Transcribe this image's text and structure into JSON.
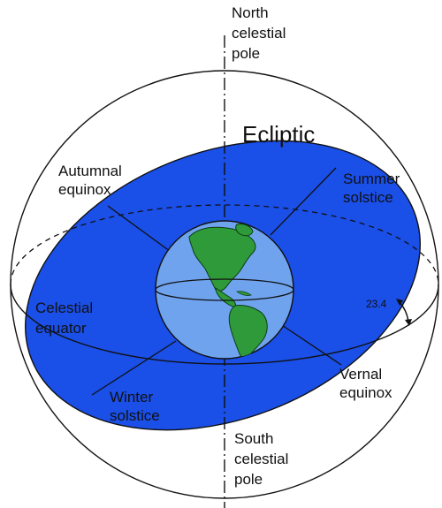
{
  "colors": {
    "ecliptic_fill": "#1a4fe8",
    "earth_ocean": "#6fa3ee",
    "land": "#2f9a3a",
    "stroke": "#111111"
  },
  "labels": {
    "north_pole": [
      "North",
      "celestial",
      "pole"
    ],
    "south_pole": [
      "South",
      "celestial",
      "pole"
    ],
    "ecliptic": "Ecliptic",
    "autumnal_equinox": [
      "Autumnal",
      "equinox"
    ],
    "summer_solstice": [
      "Summer",
      "solstice"
    ],
    "celestial_equator": [
      "Celestial",
      "equator"
    ],
    "vernal_equinox": [
      "Vernal",
      "equinox"
    ],
    "winter_solstice": [
      "Winter",
      "solstice"
    ],
    "tilt_angle": "23.4"
  }
}
